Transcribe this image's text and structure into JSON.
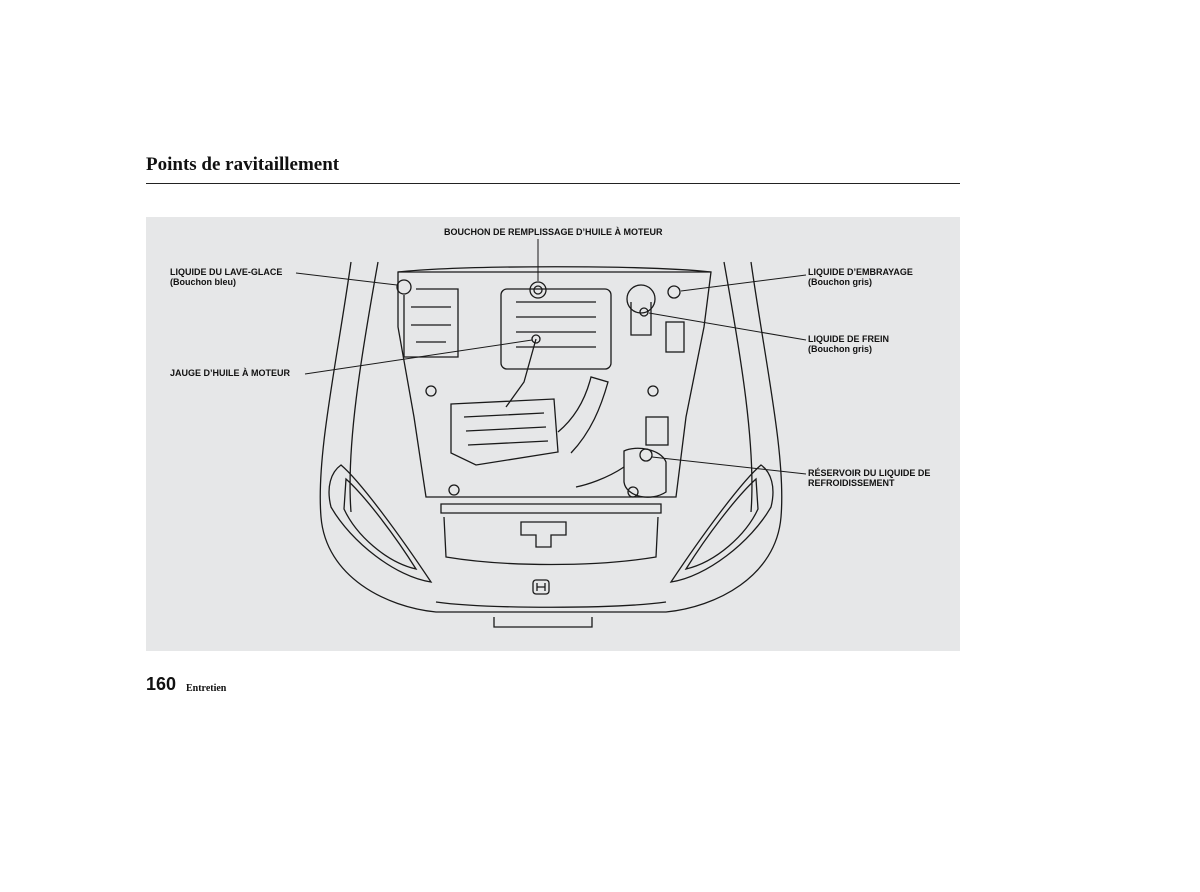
{
  "page": {
    "title": "Points de ravitaillement",
    "page_number": "160",
    "section": "Entretien"
  },
  "callouts": {
    "oil_cap": "BOUCHON DE REMPLISSAGE D’HUILE À MOTEUR",
    "washer": {
      "main": "LIQUIDE DU LAVE-GLACE",
      "sub": "(Bouchon bleu)"
    },
    "clutch": {
      "main": "LIQUIDE D’EMBRAYAGE",
      "sub": "(Bouchon gris)"
    },
    "brake": {
      "main": "LIQUIDE DE FREIN",
      "sub": "(Bouchon gris)"
    },
    "dipstick": "JAUGE D’HUILE À MOTEUR",
    "coolant": {
      "main": "RÉSERVOIR DU LIQUIDE DE",
      "sub": "REFROIDISSEMENT"
    }
  },
  "colors": {
    "figure_bg": "#e6e7e8",
    "line": "#1a1a1a"
  }
}
